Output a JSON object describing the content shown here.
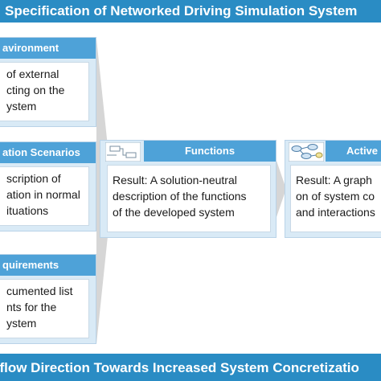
{
  "header": {
    "title": "Specification of Networked Driving Simulation System"
  },
  "footer": {
    "title": "kflow Direction Towards Increased System Concretizatio"
  },
  "left_column": [
    {
      "title": "avironment",
      "body": "of external\ncting on the\nystem"
    },
    {
      "title": "ation Scenarios",
      "body": "scription of\nation in normal\nituations"
    },
    {
      "title": "quirements",
      "body": "cumented list\nnts for the\nystem"
    }
  ],
  "functions_panel": {
    "title": "Functions",
    "body": "Result: A solution-neutral\ndescription of the functions\nof the developed system",
    "icon": "block-diagram-icon"
  },
  "activities_panel": {
    "title": "Active",
    "body": "Result: A graph\non of system co\nand interactions",
    "icon": "activity-network-icon"
  },
  "colors": {
    "band": "#2a8cc4",
    "panel_head": "#4ea2d8",
    "panel_bg": "#d9eaf6",
    "funnel": "#d6d6d6"
  }
}
